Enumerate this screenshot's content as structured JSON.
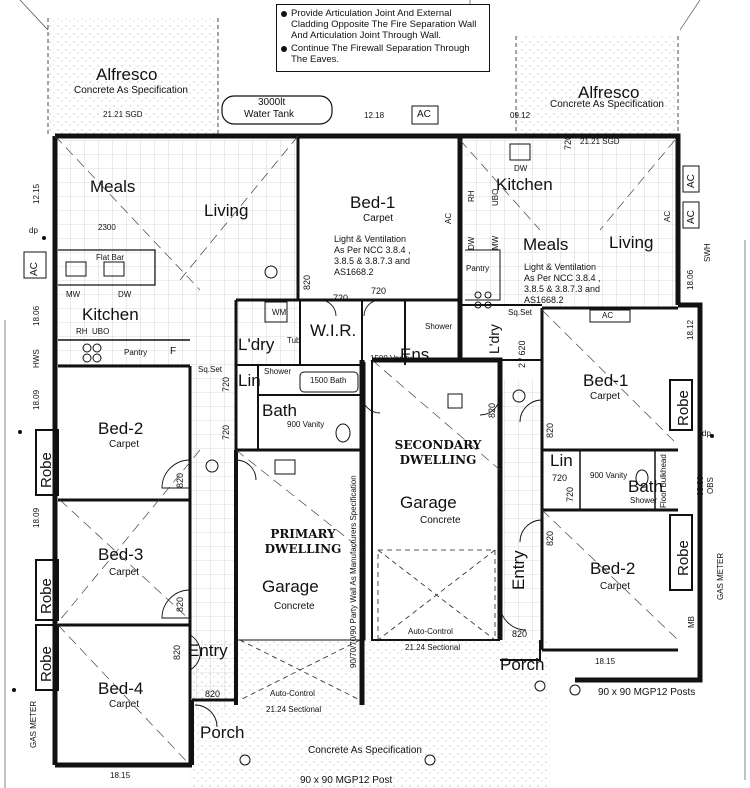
{
  "notes": {
    "note1": "Provide Articulation Joint And External Cladding Opposite The Fire Separation Wall And Articulation Joint Through Wall.",
    "note2": "Continue The Firewall Separation Through The Eaves."
  },
  "left": {
    "alfresco": "Alfresco",
    "alfresco_sub": "Concrete As Specification",
    "sgd": "21.21 SGD",
    "tank": "3000lt",
    "tank_sub": "Water Tank",
    "dim_1218": "12.18",
    "ac_top": "AC",
    "meals": "Meals",
    "living": "Living",
    "dim_2300": "2300",
    "flat_bar": "Flat Bar",
    "mw": "MW",
    "dw": "DW",
    "kitchen": "Kitchen",
    "rh": "RH",
    "ubo": "UBO",
    "pantry": "Pantry",
    "f": "F",
    "ac_side": "AC",
    "dp": "dp",
    "dim_1215": "12.15",
    "dim_1806": "18.06",
    "hws": "HWS",
    "dim_1809a": "18.09",
    "dim_1809b": "18.09",
    "bed1": "Bed-1",
    "bed1_sub": "Carpet",
    "light_note": "Light & Ventilation As Per NCC 3.8.4 , 3.8.5 & 3.8.7.3 and AS1668.2",
    "d820a": "820",
    "d720a": "720",
    "d720b": "720",
    "wm": "WM",
    "tub": "Tub",
    "wir": "W.I.R.",
    "shower": "Shower",
    "ens": "Ens.",
    "vanity1500": "1500 Vanity",
    "laundry": "L'dry",
    "lin": "Lin",
    "sqset": "Sq.Set",
    "shower2": "Shower",
    "bath1500": "1500 Bath",
    "bath": "Bath",
    "vanity900": "900 Vanity",
    "d720c": "720",
    "d720d": "720",
    "bed2": "Bed-2",
    "bed2_sub": "Carpet",
    "robe1": "Robe",
    "d820b": "820",
    "bed3": "Bed-3",
    "bed3_sub": "Carpet",
    "robe2": "Robe",
    "d820c": "820",
    "robe3": "Robe",
    "bed4": "Bed-4",
    "bed4_sub": "Carpet",
    "gas_meter": "GAS METER",
    "dim_1815": "18.15",
    "entry": "Entry",
    "d820d": "820",
    "d820e": "820",
    "porch": "Porch",
    "primary": "PRIMARY DWELLING",
    "garage": "Garage",
    "garage_sub": "Concrete",
    "auto_control": "Auto-Control",
    "sectional": "21.24 Sectional",
    "party_wall": "90/70/70/90 Party Wall As Manufacturers Specification",
    "concrete_spec": "Concrete As Specification",
    "post": "90 x 90 MGP12 Post"
  },
  "right": {
    "alfresco": "Alfresco",
    "alfresco_sub": "Concrete As Specification",
    "dim_0912": "09.12",
    "sgd": "21.21 SGD",
    "d720": "720",
    "dw": "DW",
    "kitchen": "Kitchen",
    "rh": "RH",
    "ubo": "UBO",
    "mw": "MW",
    "dw2": "DW",
    "ac_a": "AC",
    "ac_b": "AC",
    "ac_c": "AC",
    "ac_d": "AC",
    "meals": "Meals",
    "living": "Living",
    "pantry": "Pantry",
    "light_note": "Light & Ventilation As Per NCC 3.8.4 , 3.8.5 & 3.8.7.3 and AS1668.2",
    "sqset": "Sq.Set",
    "ac_bed": "AC",
    "ldry": "L'dry",
    "d2_620": "2 / 620",
    "swh": "SWH",
    "dim_1806": "18.06",
    "dim_1812": "18.12",
    "bed1": "Bed-1",
    "bed1_sub": "Carpet",
    "robe1": "Robe",
    "d820a": "820",
    "d820b": "820",
    "lin": "Lin",
    "vanity": "900 Vanity",
    "d720a": "720",
    "d720b": "720",
    "bath": "Bath",
    "shower": "Shower",
    "bulkhead": "Floor Bulkhead",
    "dim_0309": "03.09",
    "obs": "OBS",
    "bed2": "Bed-2",
    "bed2_sub": "Carpet",
    "robe2": "Robe",
    "gas_meter": "GAS METER",
    "mb": "MB",
    "d820c": "820",
    "entry": "Entry",
    "d820d": "820",
    "porch": "Porch",
    "dim_1815": "18.15",
    "posts": "90 x 90 MGP12 Posts",
    "secondary": "SECONDARY DWELLING",
    "garage": "Garage",
    "garage_sub": "Concrete",
    "auto_control": "Auto-Control",
    "sectional": "21.24 Sectional",
    "dp": "dp"
  }
}
